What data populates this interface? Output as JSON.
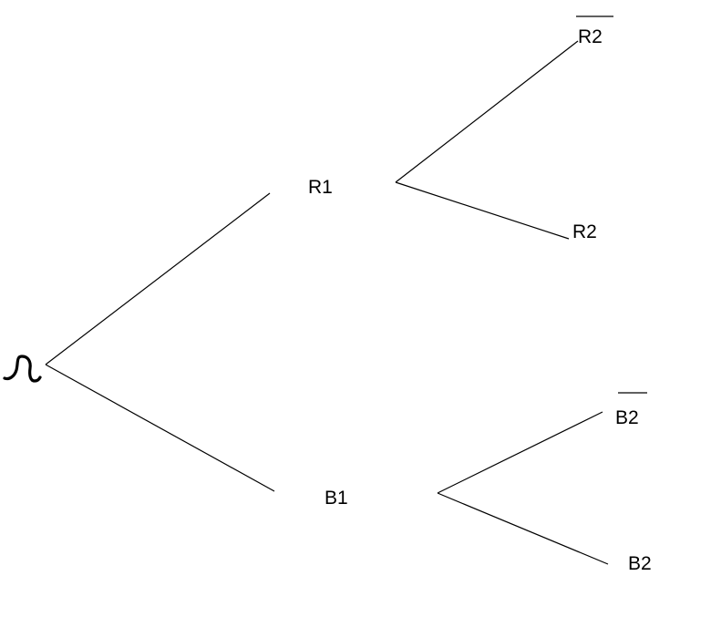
{
  "tree": {
    "nodes": [
      {
        "id": "r2-bar",
        "label": "R2",
        "complement": true
      },
      {
        "id": "r1",
        "label": "R1",
        "complement": false
      },
      {
        "id": "r2",
        "label": "R2",
        "complement": false
      },
      {
        "id": "b2-bar",
        "label": "B2",
        "complement": true
      },
      {
        "id": "b1",
        "label": "B1",
        "complement": false
      },
      {
        "id": "b2",
        "label": "B2",
        "complement": false
      }
    ],
    "edges": [
      [
        "root",
        "r1"
      ],
      [
        "root",
        "b1"
      ],
      [
        "r1",
        "r2-bar"
      ],
      [
        "r1",
        "r2"
      ],
      [
        "b1",
        "b2-bar"
      ],
      [
        "b1",
        "b2"
      ]
    ],
    "root_symbol": "omega-icon"
  },
  "colors": {
    "ink": "#000000",
    "background": "#ffffff"
  }
}
